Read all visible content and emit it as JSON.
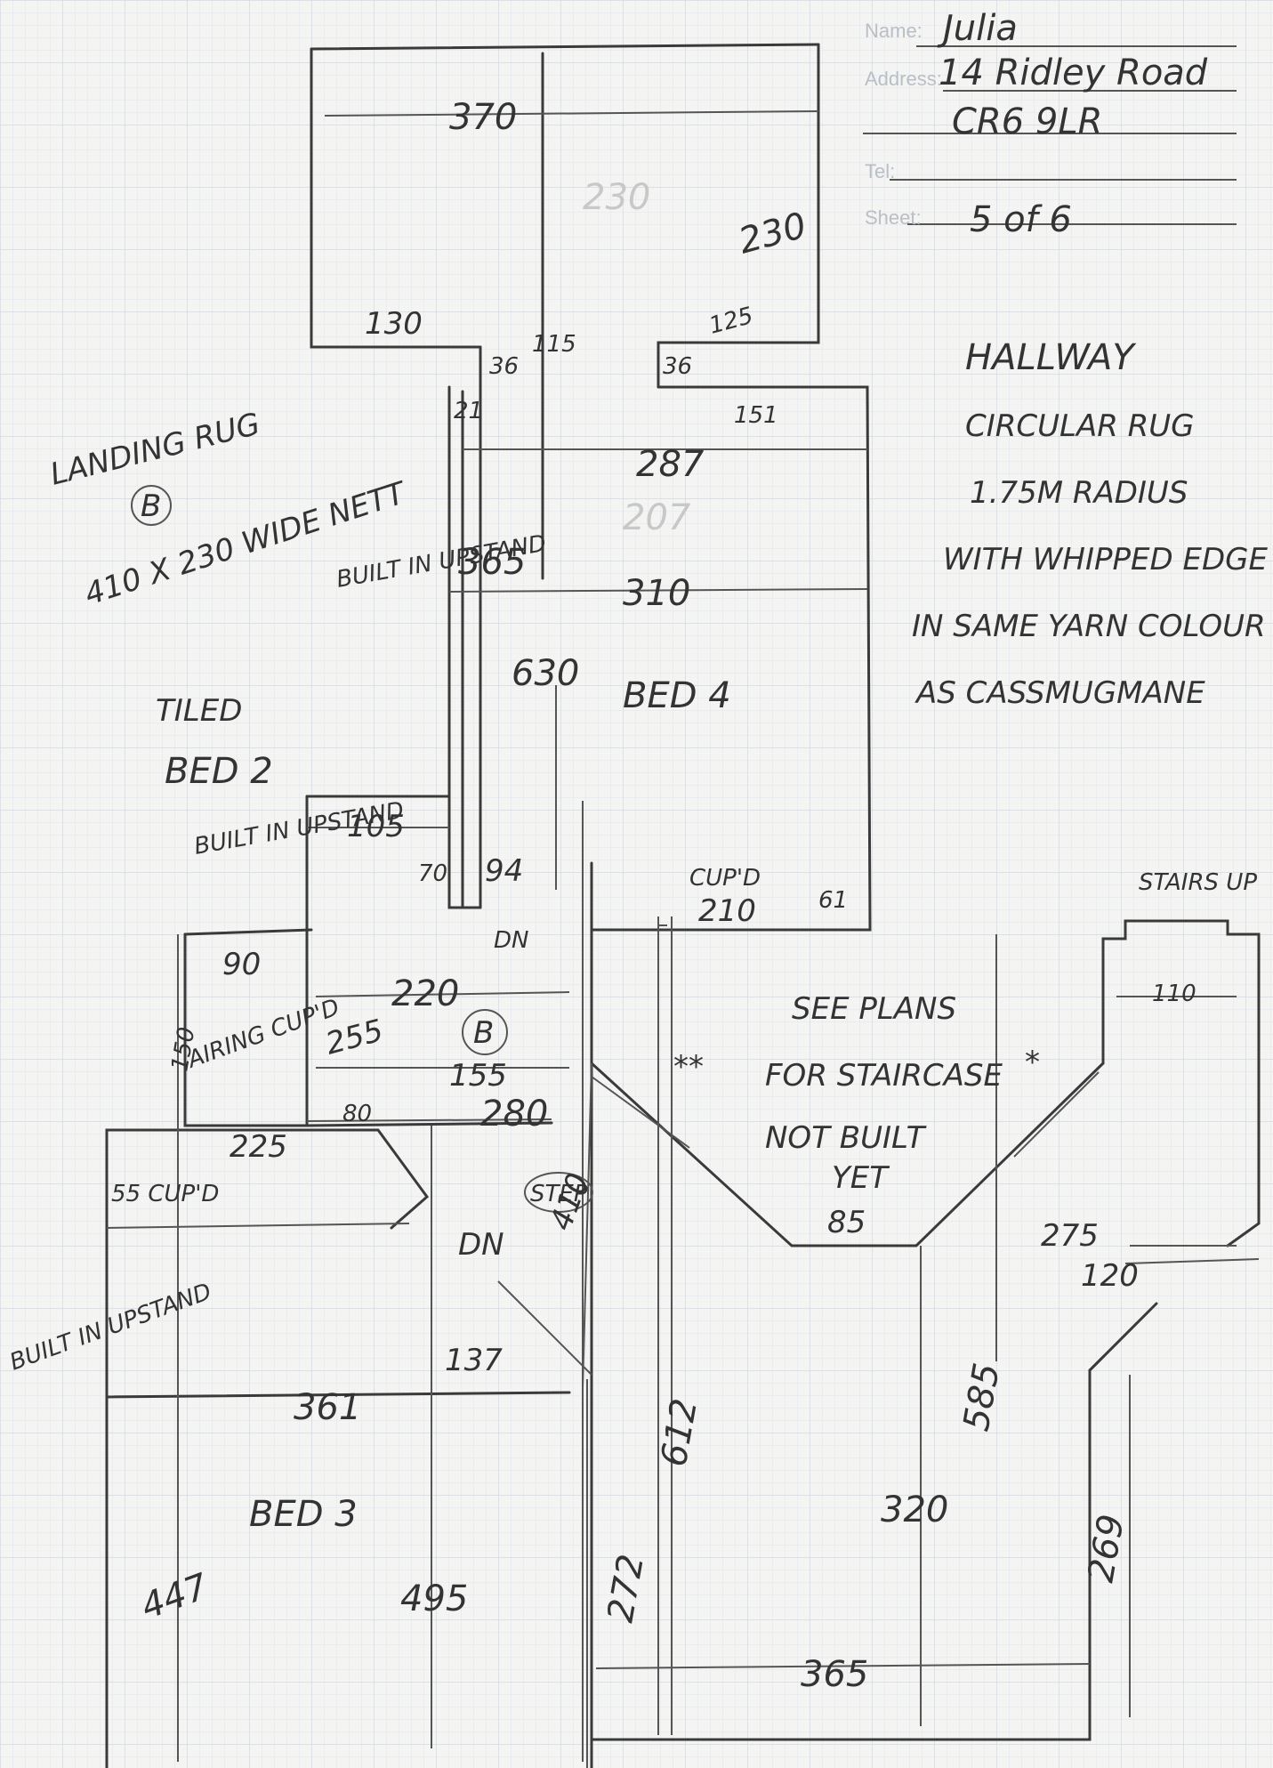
{
  "form": {
    "name_label": "Name:",
    "address_label": "Address:",
    "tel_label": "Tel:",
    "sheet_label": "Sheet:",
    "name_value": "Julia",
    "address_line1": "14 Ridley Road",
    "address_line2": "CR6 9LR",
    "sheet_value": "5 of 6"
  },
  "notes": {
    "hallway": [
      "HALLWAY",
      "CIRCULAR RUG",
      "1.75M RADIUS",
      "WITH WHIPPED EDGE",
      "IN SAME YARN COLOUR",
      "AS CASSMUGMANE"
    ],
    "landing": [
      "LANDING RUG",
      "B",
      "410 X 230 WIDE NETT"
    ],
    "see_plans": [
      "SEE PLANS",
      "FOR STAIRCASE",
      "NOT BUILT",
      "YET"
    ],
    "stairs_up": "STAIRS UP",
    "built_in_1": "BUILT IN UPSTAND",
    "built_in_2": "BUILT IN UPSTAND",
    "built_in_3": "BUILT IN UPSTAND",
    "tiled": "TILED",
    "airing": "AIRING CUP'D",
    "cupd": "55 CUP'D",
    "dn1": "DN",
    "dn2": "DN",
    "step": "STEP",
    "double_star": "**",
    "star": "*",
    "b_circle": "B",
    "cup_label": "CUP'D"
  },
  "rooms": {
    "bed2": "BED 2",
    "bed3": "BED 3",
    "bed4": "BED 4"
  },
  "dims": {
    "d370": "370",
    "d230": "230",
    "d130": "130",
    "d36a": "36",
    "d115": "115",
    "d125": "125",
    "d36b": "36",
    "d21": "21",
    "d151": "151",
    "d287": "287",
    "d365a": "365",
    "d310": "310",
    "d630": "630",
    "d105": "105",
    "d70": "70",
    "d94": "94",
    "d210": "210",
    "d61": "61",
    "d90": "90",
    "d150": "150",
    "d255": "255",
    "d220": "220",
    "d155": "155",
    "d280": "280",
    "d80": "80",
    "d225": "225",
    "d410": "410",
    "d85": "85",
    "d275": "275",
    "d120": "120",
    "d110": "110",
    "d137": "137",
    "d361": "361",
    "d612": "612",
    "d585": "585",
    "d320": "320",
    "d269": "269",
    "d447": "447",
    "d495": "495",
    "d272": "272",
    "d365b": "365",
    "faint230": "230",
    "faint207": "207"
  }
}
